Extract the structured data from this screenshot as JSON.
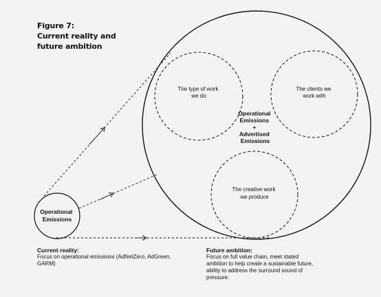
{
  "figure": {
    "label": "Figure 7:",
    "title": "Current reality and future ambition"
  },
  "diagram": {
    "small_circle_label": [
      "Operational",
      "Emissions"
    ],
    "center_label": [
      "Operational",
      "Emissions",
      "+",
      "Advertised",
      "Emissions"
    ],
    "inner_circles": [
      {
        "lines": [
          "The type of work",
          "we do"
        ]
      },
      {
        "lines": [
          "The clients we",
          "work with"
        ]
      },
      {
        "lines": [
          "The creative work",
          "we produce"
        ]
      }
    ]
  },
  "notes": {
    "current": {
      "heading": "Current reality:",
      "body": "Focus on operational emissions (AdNetZero, AdGreen, GARM)"
    },
    "future": {
      "heading": "Future ambition:",
      "body": "Focus on full value chain, meet stated ambition to help create a sustainable future, ability to address the surround sound of pressure."
    }
  },
  "colors": {
    "background": "#f3f3f3",
    "ink": "#111111"
  }
}
